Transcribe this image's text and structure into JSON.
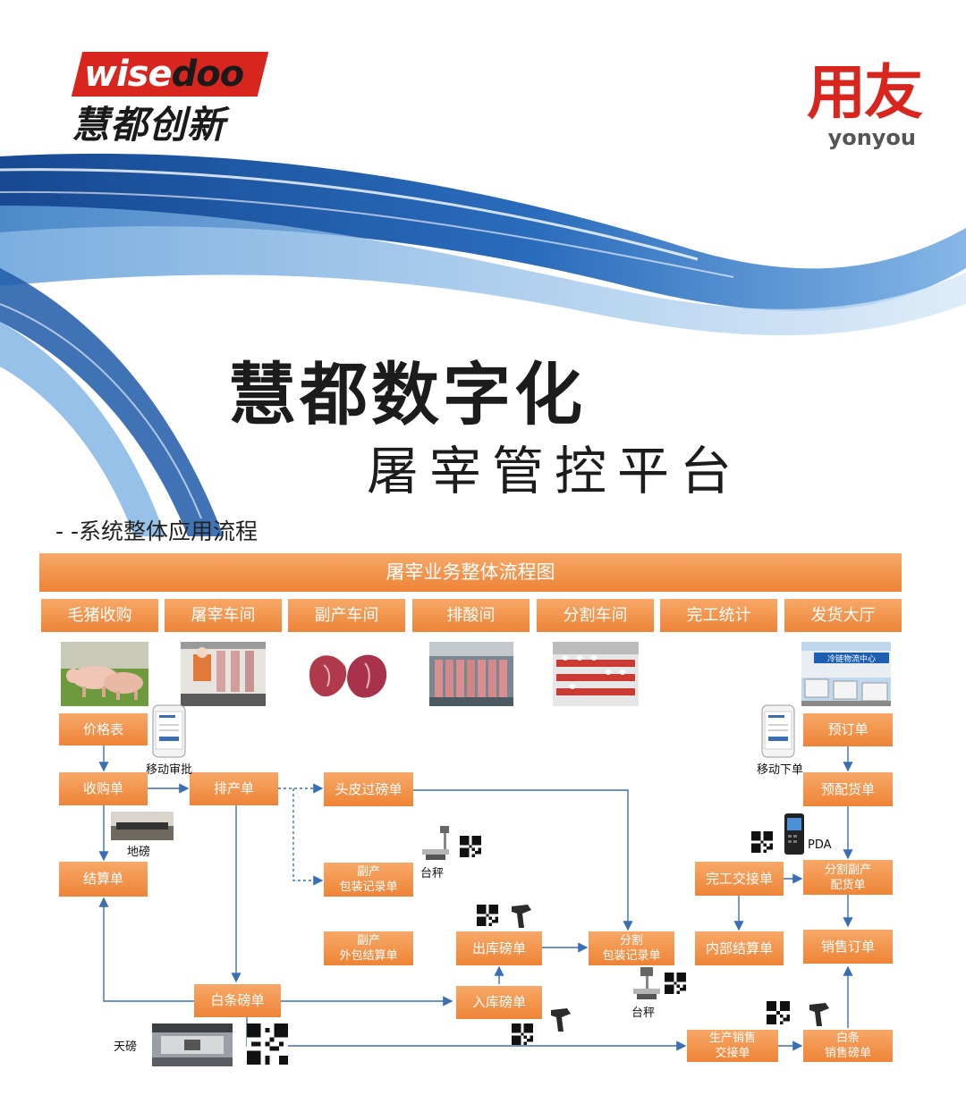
{
  "logos": {
    "wisedoo_en_a": "wise",
    "wisedoo_en_b": "doo",
    "wisedoo_cn": "慧都创新",
    "yonyou_cn": "用友",
    "yonyou_en": "yonyou"
  },
  "headline": {
    "main": "慧都数字化",
    "sub": "屠宰管控平台",
    "section": "- -系统整体应用流程"
  },
  "diagram": {
    "banner": "屠宰业务整体流程图",
    "columns": [
      "毛猪收购",
      "屠宰车间",
      "副产车间",
      "排酸间",
      "分割车间",
      "完工统计",
      "发货大厅"
    ],
    "photos": {
      "pigs": "pigs-photo",
      "slaughter": "slaughter-line-photo",
      "byproduct": "byproduct-photo",
      "chill": "chill-room-photo",
      "cutting": "cutting-floor-photo",
      "logistics": "冷链物流中心"
    },
    "nodes": {
      "price_list": "价格表",
      "purchase_order": "收购单",
      "settlement": "结算单",
      "production_plan": "排产单",
      "head_skin_weigh": "头皮过磅单",
      "byproduct_pack_1": "副产",
      "byproduct_pack_2": "包装记录单",
      "byproduct_out_1": "副产",
      "byproduct_out_2": "外包结算单",
      "outbound_weigh": "出库磅单",
      "cut_pack_1": "分割",
      "cut_pack_2": "包装记录单",
      "white_strip_weigh": "白条磅单",
      "inbound_weigh": "入库磅单",
      "completion_handover": "完工交接单",
      "internal_settlement": "内部结算单",
      "reservation": "预订单",
      "pre_allocation": "预配货单",
      "cut_byproduct_alloc_1": "分割副产",
      "cut_byproduct_alloc_2": "配货单",
      "sales_order": "销售订单",
      "prod_sales_handover_1": "生产销售",
      "prod_sales_handover_2": "交接单",
      "white_strip_sales_1": "白条",
      "white_strip_sales_2": "销售磅单"
    },
    "labels": {
      "mobile_approval": "移动审批",
      "floor_scale": "地磅",
      "bench_scale_1": "台秤",
      "bench_scale_2": "台秤",
      "overhead_scale": "天磅",
      "mobile_order": "移动下单",
      "pda": "PDA"
    },
    "icons": [
      "phone-icon",
      "qr-code-icon",
      "barcode-scanner-icon",
      "bench-scale-icon",
      "pda-icon"
    ],
    "colors": {
      "box": "#ee8437",
      "box_light": "#f7a868",
      "connector": "#3a6fb5",
      "wave_blue": "#1e5aa8",
      "brand_red": "#d8261f"
    }
  }
}
